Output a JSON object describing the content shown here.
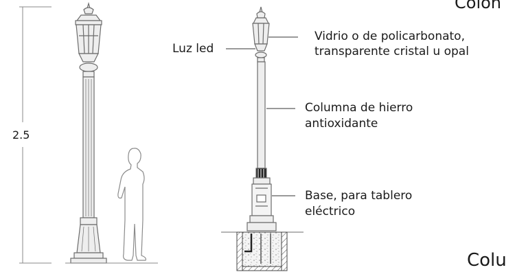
{
  "dimension": {
    "height_label": "2.5"
  },
  "callouts": {
    "light": "Luz led",
    "glass_line1": "Vidrio o  de policarbonato,",
    "glass_line2": "transparente cristal u opal",
    "column_line1": "Columna de hierro",
    "column_line2": "antioxidante",
    "base_line1": "Base, para tablero",
    "base_line2": "eléctrico"
  },
  "title_fragments": {
    "top": "Colon",
    "bottom": "Colu"
  },
  "colors": {
    "line": "#6b6b6b",
    "text": "#1a1a1a",
    "fill": "#e6e6e6"
  }
}
